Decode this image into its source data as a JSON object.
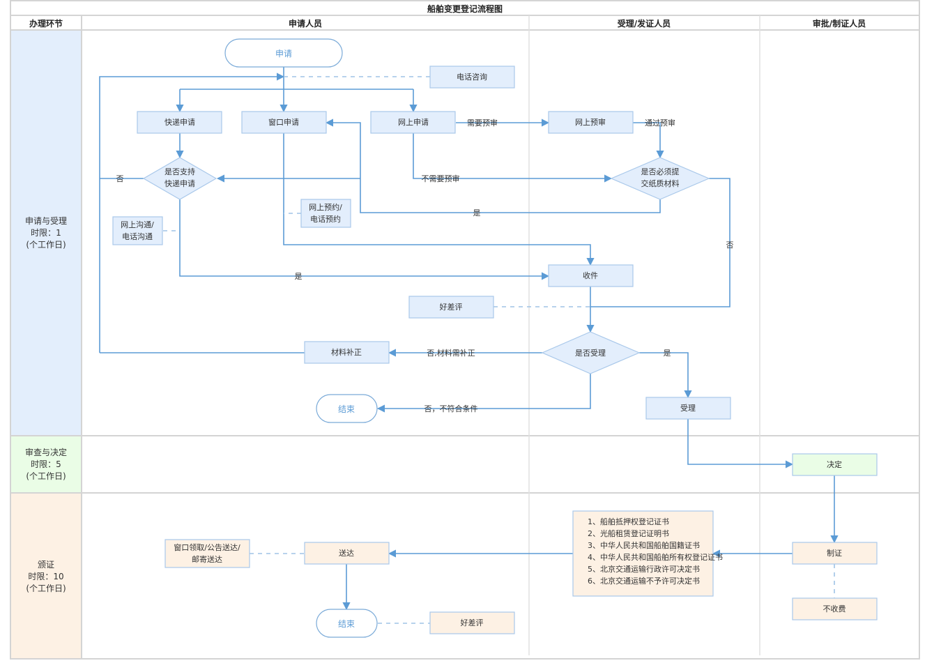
{
  "title": "船舶变更登记流程图",
  "columns": {
    "stage": "办理环节",
    "applicant": "申请人员",
    "acceptor": "受理/发证人员",
    "approver": "审批/制证人员"
  },
  "lanes": [
    {
      "lines": [
        "申请与受理",
        "时限：1",
        "(个工作日)"
      ],
      "color": "#e3eefc"
    },
    {
      "lines": [
        "审查与决定",
        "时限：5",
        "(个工作日)"
      ],
      "color": "#eafde6"
    },
    {
      "lines": [
        "颁证",
        "时限：10",
        "(个工作日)"
      ],
      "color": "#fdf1e4"
    }
  ],
  "nodes": {
    "start": "申请",
    "phone_consult": "电话咨询",
    "express_apply": "快递申请",
    "window_apply": "窗口申请",
    "online_apply": "网上申请",
    "online_precheck": "网上预审",
    "express_supported": [
      "是否支持",
      "快递申请"
    ],
    "paper_required": [
      "是否必须提",
      "交纸质材料"
    ],
    "online_booking": [
      "网上预约/",
      "电话预约"
    ],
    "online_communicate": [
      "网上沟通/",
      "电话沟通"
    ],
    "receive": "收件",
    "rating1": "好差评",
    "accept_decision": "是否受理",
    "supplement": "材料补正",
    "end1": "结束",
    "accept": "受理",
    "decide": "决定",
    "certificates": [
      "1、船舶抵押权登记证书",
      "2、光船租赁登记证明书",
      "3、中华人民共和国船舶国籍证书",
      "4、中华人民共和国船舶所有权登记证书",
      "5、北京交通运输行政许可决定书",
      "6、北京交通运输不予许可决定书"
    ],
    "make_cert": "制证",
    "no_fee": "不收费",
    "deliver": "送达",
    "delivery_methods": [
      "窗口领取/公告送达/",
      "邮寄送达"
    ],
    "end2": "结束",
    "rating2": "好差评"
  },
  "edge_labels": {
    "need_precheck": "需要预审",
    "pass_precheck": "通过预审",
    "no_precheck": "不需要预审",
    "no_express": "否",
    "yes_paper": "是",
    "no_paper": "否",
    "yes_express": "是",
    "no_supplement": "否,材料需补正",
    "no_unqualified": "否，不符合条件",
    "yes_accept": "是"
  }
}
